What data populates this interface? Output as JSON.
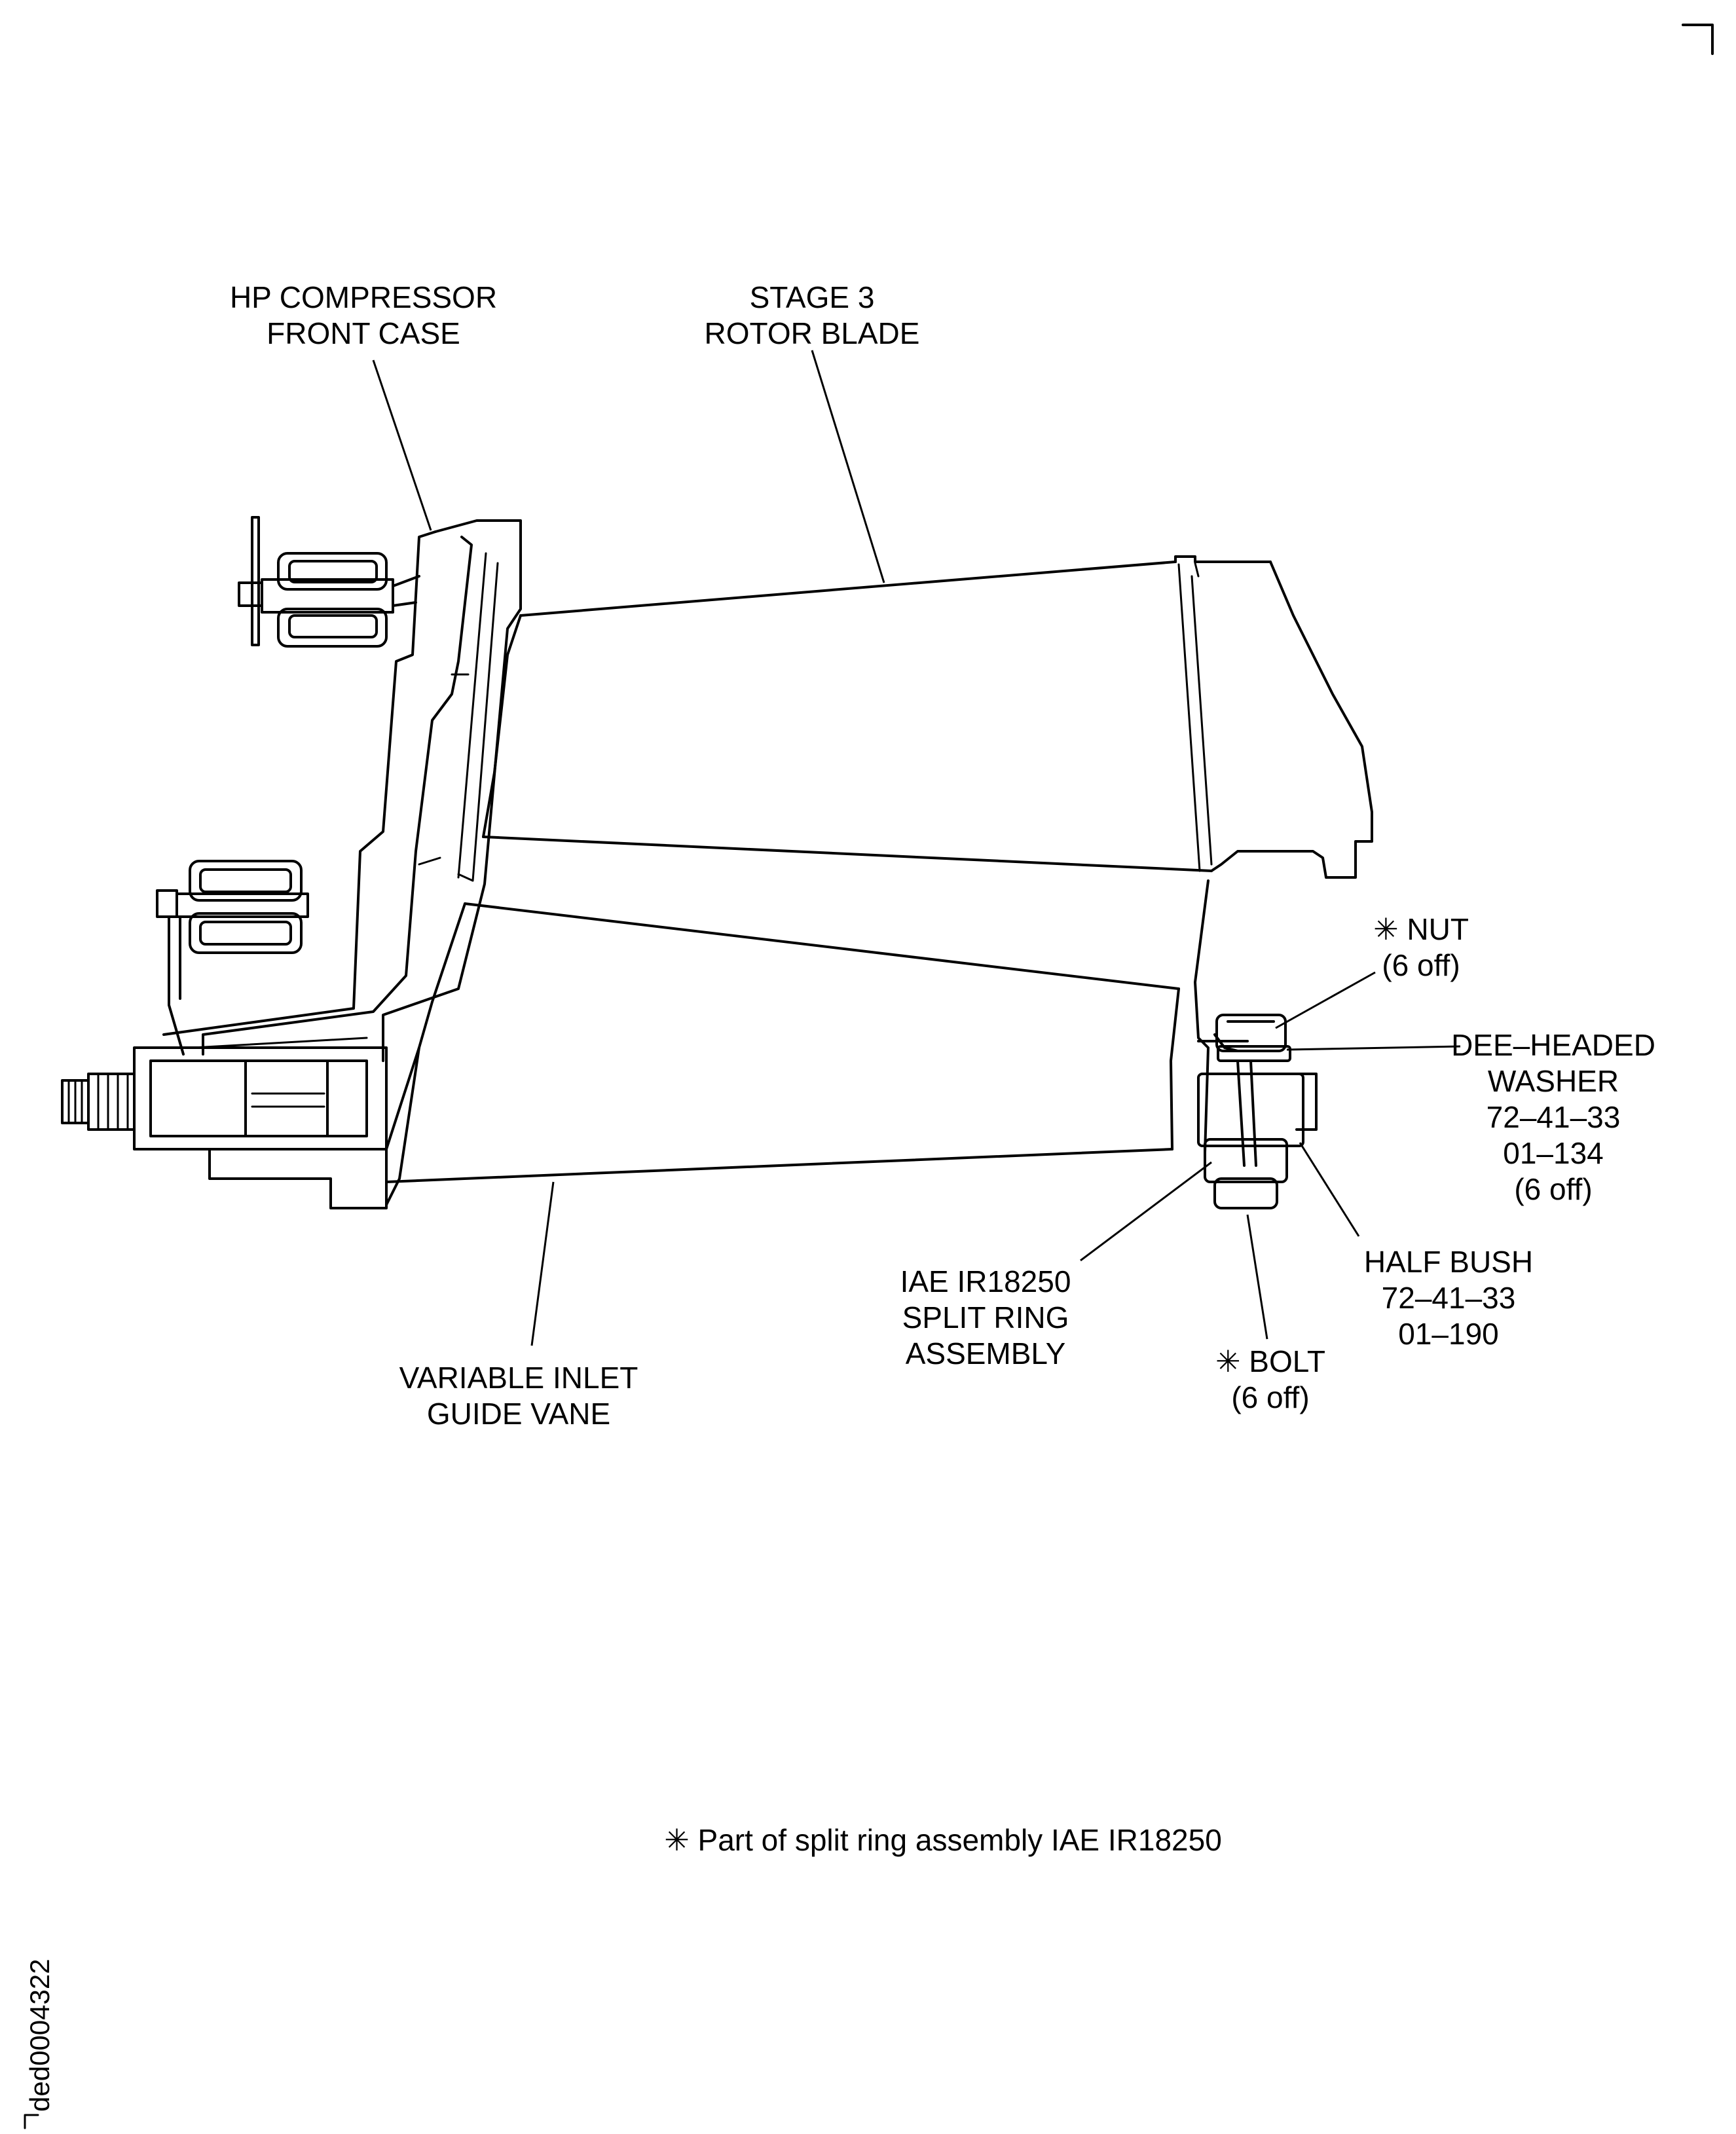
{
  "labels": {
    "hp_case": [
      "HP COMPRESSOR",
      "FRONT CASE"
    ],
    "rotor_blade": [
      "STAGE 3",
      "ROTOR BLADE"
    ],
    "nut": [
      "✳ NUT",
      "(6 off)"
    ],
    "washer": [
      "DEE–HEADED",
      "WASHER",
      "72–41–33",
      "01–134",
      "(6 off)"
    ],
    "half_bush": [
      "HALF BUSH",
      "72–41–33",
      "01–190"
    ],
    "split_ring": [
      "IAE IR18250",
      "SPLIT RING",
      "ASSEMBLY"
    ],
    "bolt": [
      "✳ BOLT",
      "(6 off)"
    ],
    "inlet_vane": [
      "VARIABLE INLET",
      "GUIDE VANE"
    ]
  },
  "footnote": "✳  Part of split ring assembly IAE IR18250",
  "figure_ref": "ded0004322"
}
